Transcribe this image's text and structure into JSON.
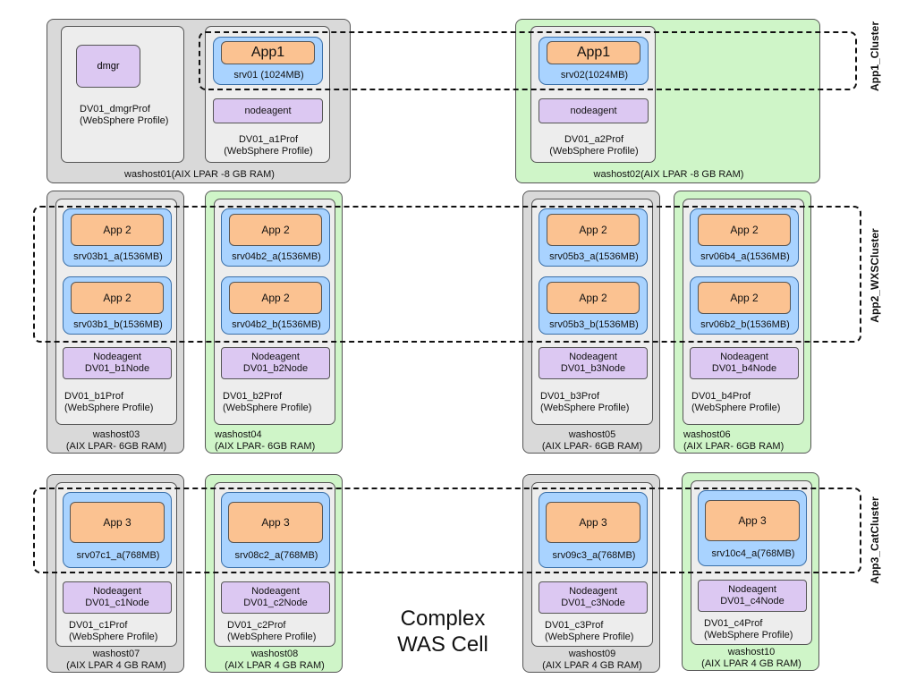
{
  "clusters": {
    "c1": "App1_Cluster",
    "c2": "App2_WXSCluster",
    "c3": "App3_CatCluster"
  },
  "title": {
    "line1": "Complex",
    "line2": "WAS Cell"
  },
  "row1": {
    "washost01": {
      "host_label": "washost01(AIX LPAR -8 GB RAM)",
      "dmgr": "dmgr",
      "dmgr_profile": [
        "DV01_dmgrProf",
        "(WebSphere Profile)"
      ],
      "app": "App1",
      "server": "srv01 (1024MB)",
      "nodeagent": "nodeagent",
      "profile": [
        "DV01_a1Prof",
        "(WebSphere Profile)"
      ]
    },
    "washost02": {
      "host_label": "washost02(AIX LPAR -8 GB RAM)",
      "app": "App1",
      "server": "srv02(1024MB)",
      "nodeagent": "nodeagent",
      "profile": [
        "DV01_a2Prof",
        "(WebSphere Profile)"
      ]
    }
  },
  "row2": [
    {
      "app": "App 2",
      "srv_a": "srv03b1_a(1536MB)",
      "srv_b": "srv03b1_b(1536MB)",
      "node1": "Nodeagent",
      "node2": "DV01_b1Node",
      "prof1": "DV01_b1Prof",
      "prof2": "(WebSphere Profile)",
      "host1": "washost03",
      "host2": "(AIX LPAR- 6GB RAM)"
    },
    {
      "app": "App 2",
      "srv_a": "srv04b2_a(1536MB)",
      "srv_b": "srv04b2_b(1536MB)",
      "node1": "Nodeagent",
      "node2": "DV01_b2Node",
      "prof1": "DV01_b2Prof",
      "prof2": "(WebSphere Profile)",
      "host1": "washost04",
      "host2": "(AIX LPAR- 6GB RAM)"
    },
    {
      "app": "App 2",
      "srv_a": "srv05b3_a(1536MB)",
      "srv_b": "srv05b3_b(1536MB)",
      "node1": "Nodeagent",
      "node2": "DV01_b3Node",
      "prof1": "DV01_b3Prof",
      "prof2": "(WebSphere Profile)",
      "host1": "washost05",
      "host2": "(AIX LPAR- 6GB RAM)"
    },
    {
      "app": "App 2",
      "srv_a": "srv06b4_a(1536MB)",
      "srv_b": "srv06b2_b(1536MB)",
      "node1": "Nodeagent",
      "node2": "DV01_b4Node",
      "prof1": "DV01_b4Prof",
      "prof2": "(WebSphere Profile)",
      "host1": "washost06",
      "host2": "(AIX LPAR- 6GB RAM)"
    }
  ],
  "row3": [
    {
      "app": "App 3",
      "srv": "srv07c1_a(768MB)",
      "node1": "Nodeagent",
      "node2": "DV01_c1Node",
      "prof1": "DV01_c1Prof",
      "prof2": "(WebSphere Profile)",
      "host1": "washost07",
      "host2": "(AIX LPAR 4 GB RAM)"
    },
    {
      "app": "App 3",
      "srv": "srv08c2_a(768MB)",
      "node1": "Nodeagent",
      "node2": "DV01_c2Node",
      "prof1": "DV01_c2Prof",
      "prof2": "(WebSphere Profile)",
      "host1": "washost08",
      "host2": "(AIX LPAR 4 GB RAM)"
    },
    {
      "app": "App 3",
      "srv": "srv09c3_a(768MB)",
      "node1": "Nodeagent",
      "node2": "DV01_c3Node",
      "prof1": "DV01_c3Prof",
      "prof2": "(WebSphere Profile)",
      "host1": "washost09",
      "host2": "(AIX LPAR 4 GB RAM)"
    },
    {
      "app": "App 3",
      "srv": "srv10c4_a(768MB)",
      "node1": "Nodeagent",
      "node2": "DV01_c4Node",
      "prof1": "DV01_c4Prof",
      "prof2": "(WebSphere Profile)",
      "host1": "washost10",
      "host2": "(AIX LPAR 4 GB RAM)"
    }
  ],
  "colors": {
    "gray_host": "#d9d9d9",
    "green_host": "#cff5c8",
    "server": "#a9d3ff",
    "app": "#fbc291",
    "agent": "#dcc8f2"
  }
}
